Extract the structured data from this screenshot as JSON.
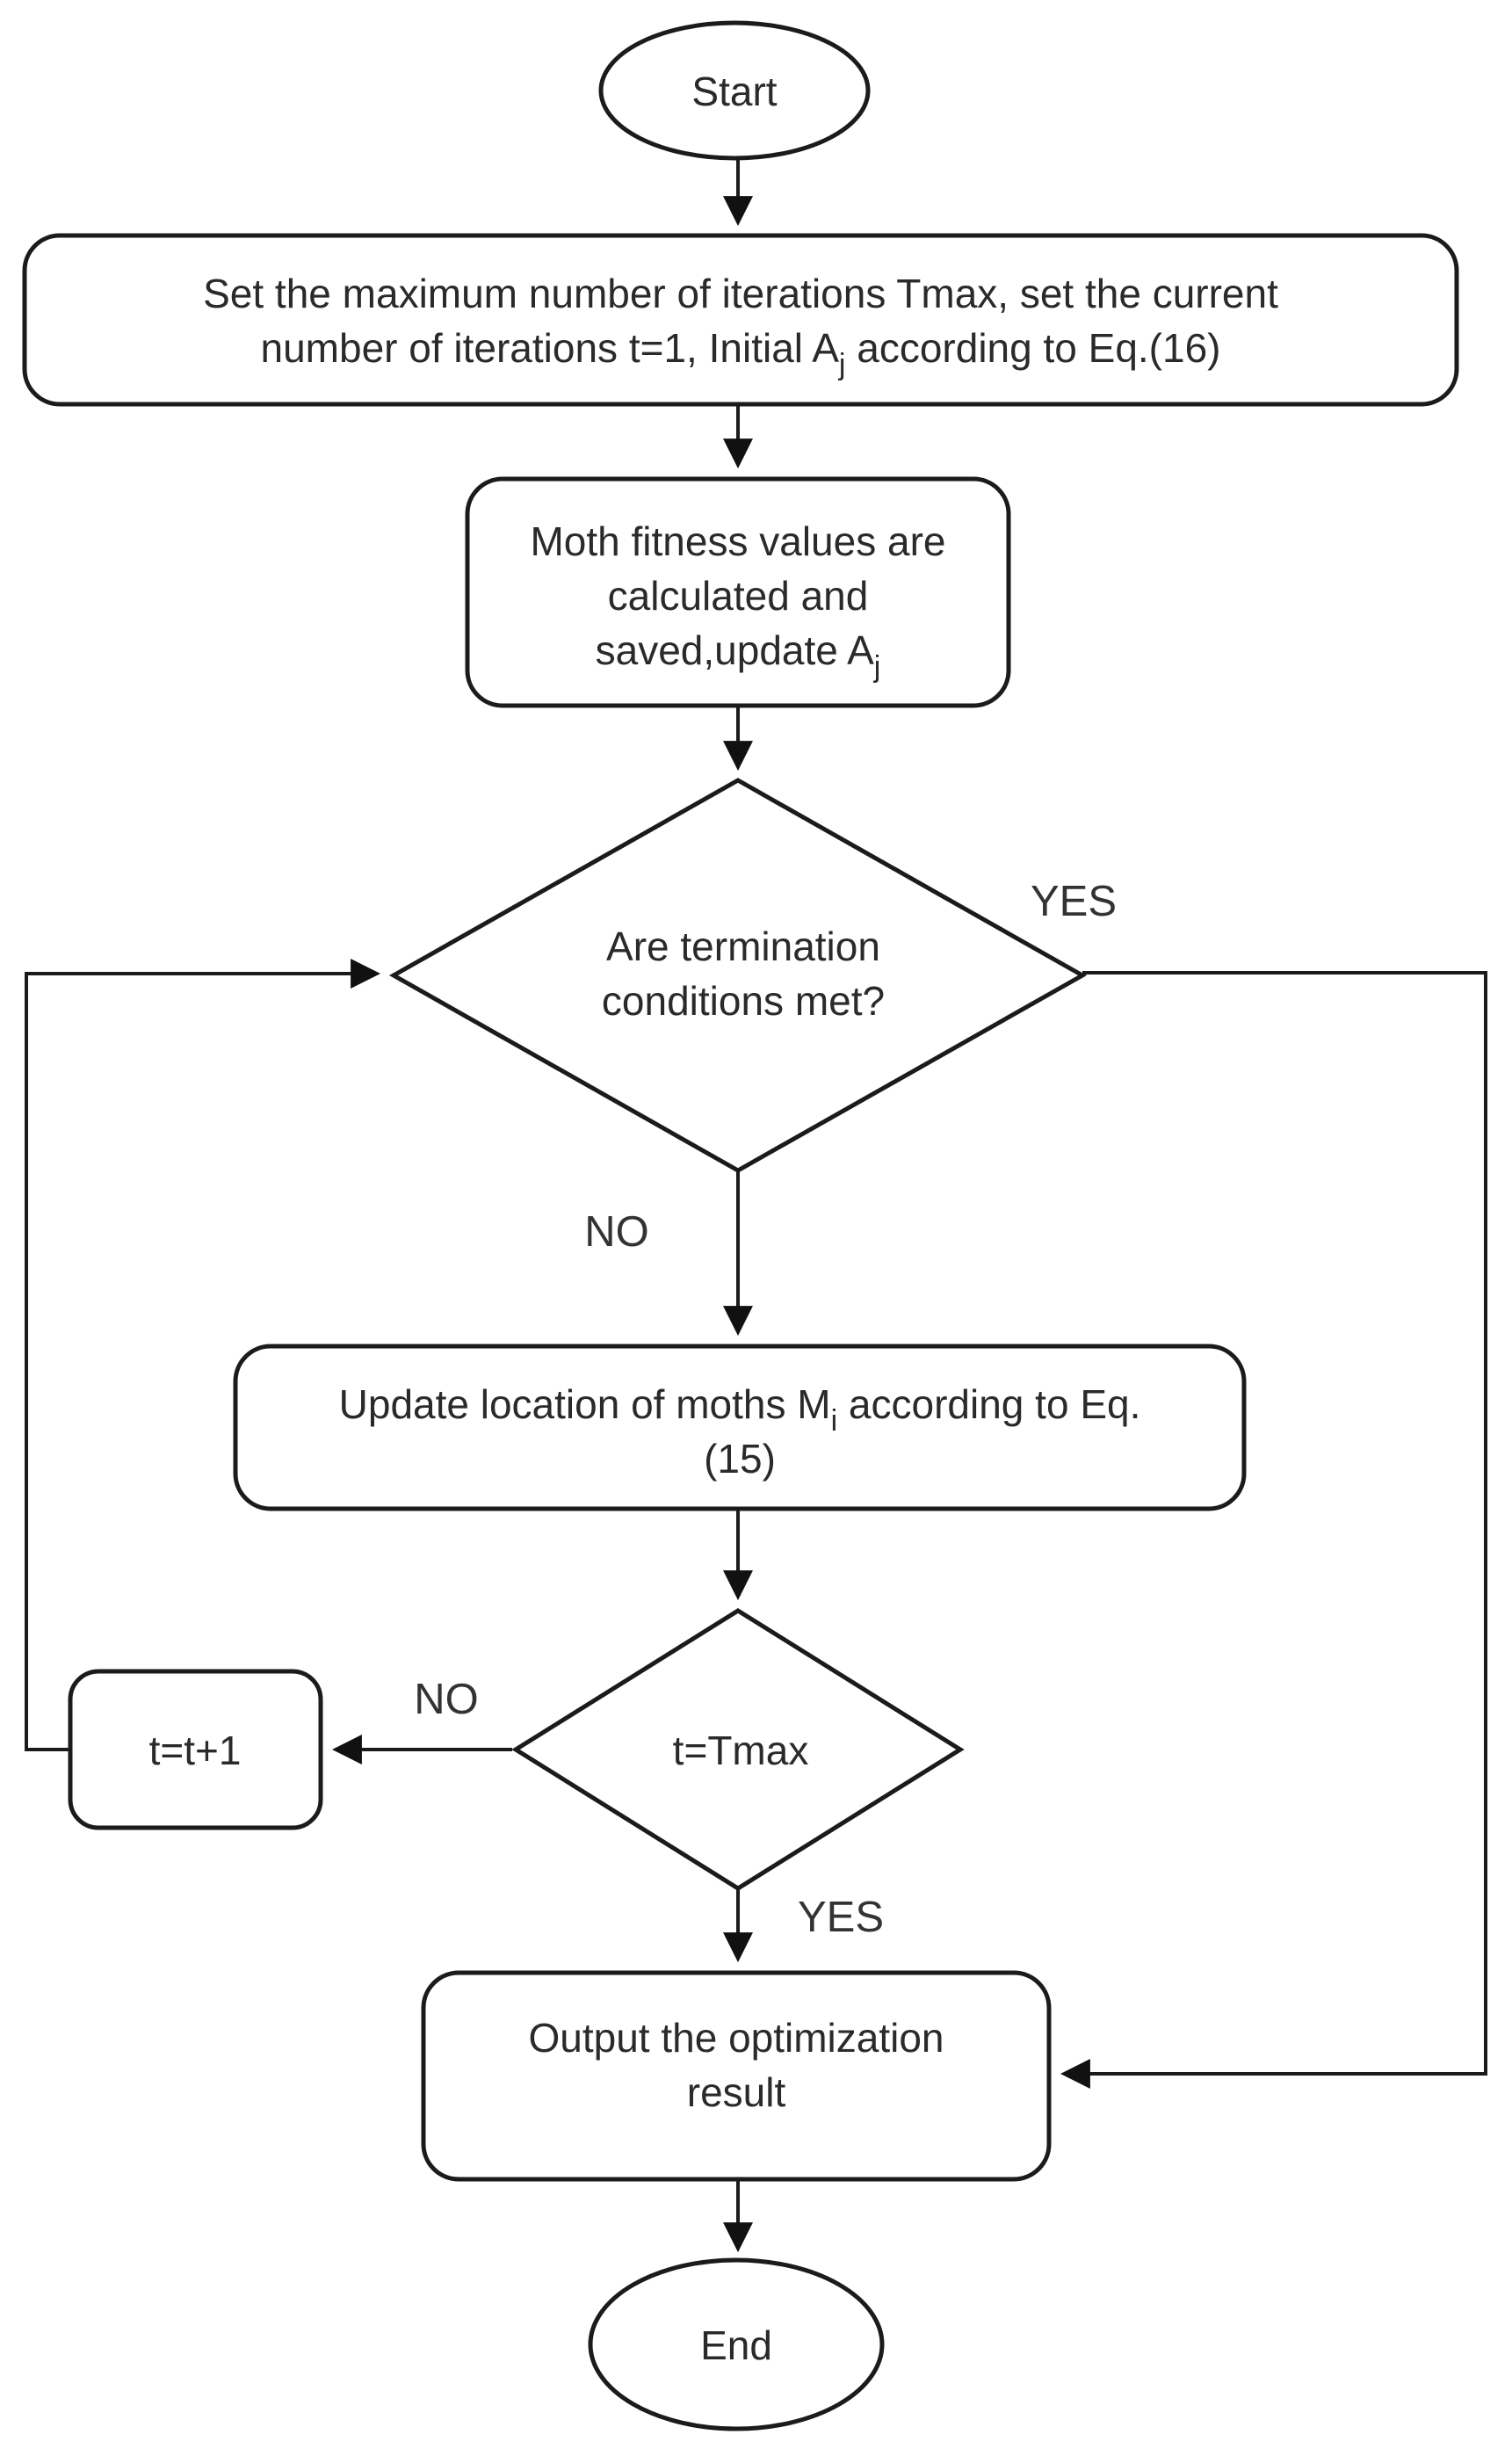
{
  "diagram_type": "flowchart",
  "nodes": {
    "start": {
      "label": "Start"
    },
    "init": {
      "line1": "Set the maximum number of iterations Tmax, set the current",
      "line2_pre": "number of iterations t=1, Initial A",
      "line2_sub": "j",
      "line2_post": " according to Eq.(16)"
    },
    "fitness": {
      "line1": "Moth fitness values are",
      "line2": "calculated and",
      "line3_pre": "saved,update A",
      "line3_sub": "j"
    },
    "termination": {
      "line1": "Are termination",
      "line2": "conditions met?"
    },
    "update_location": {
      "line1_pre": "Update location of moths M",
      "line1_sub": "i",
      "line1_post": " according to Eq.",
      "line2": "(15)"
    },
    "check_tmax": {
      "label": "t=Tmax"
    },
    "increment": {
      "label": "t=t+1"
    },
    "output": {
      "line1": "Output the optimization",
      "line2": "result"
    },
    "end": {
      "label": "End"
    }
  },
  "edge_labels": {
    "yes_termination": "YES",
    "no_termination": "NO",
    "no_tmax": "NO",
    "yes_tmax": "YES"
  },
  "colors": {
    "stroke": "#1b1b1b",
    "text": "#2a2a2a",
    "fill": "#ffffff",
    "background": "#ffffff"
  }
}
